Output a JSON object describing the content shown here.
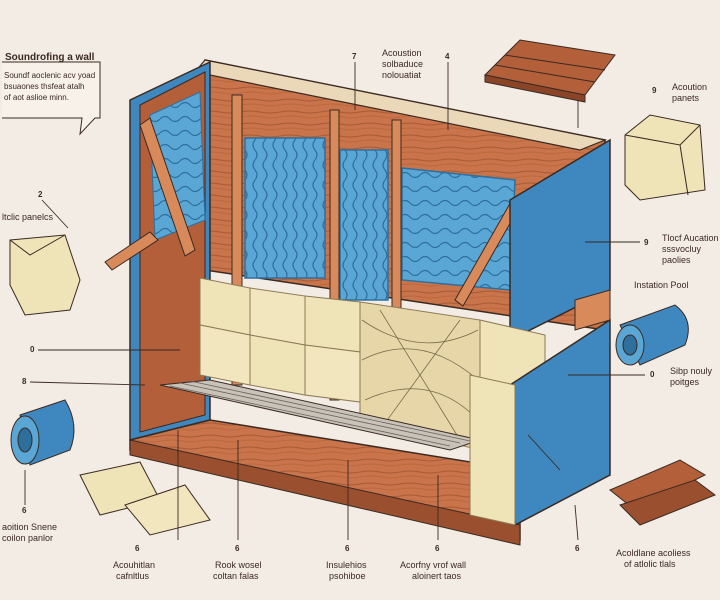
{
  "labels": {
    "title": "Soundrofing a wall",
    "intro_line1": "Soundf aoclenic acv yoad",
    "intro_line2": "bsuaones thsfeat atalh",
    "intro_line3": "of aot aslioe minn.",
    "acoustic_top_line1": "Acoustion",
    "acoustic_top_line2": "solbaduce",
    "acoustic_top_line3": "nolouatiat",
    "acoustic_panels_right_line1": "Acoution",
    "acoustic_panels_right_line2": "panets",
    "left_panels": "ltclic panelcs",
    "roof_line1": "Tlocf Aucation",
    "roof_line2": "sssvocluy",
    "roof_line3": "paolies",
    "insulation_pool": "Instation Pool",
    "stop_line1": "Sibp nouly",
    "stop_line2": "poitges",
    "bottom_left_line1": "aoition Snene",
    "bottom_left_line2": "coilon panlor",
    "b1_line1": "Acouhitlan",
    "b1_line2": "cafnltlus",
    "b2_line1": "Rook wosel",
    "b2_line2": "coltan falas",
    "b3_line1": "Insulehios",
    "b3_line2": "psohiboe",
    "b4_line1": "Acorfny vrof wall",
    "b4_line2": "aloinert taos",
    "b5_line1": "Acoldlane acoliess",
    "b5_line2": "of atlolic tlals"
  },
  "numbers": {
    "n_top1": "7",
    "n_top2": "4",
    "n_right1": "9",
    "n_left1": "2",
    "n_right2": "9",
    "n_left2": "0",
    "n_left3": "8",
    "n_right3": "0",
    "n_bl": "6",
    "n_b1": "6",
    "n_b2": "6",
    "n_b3": "6",
    "n_b4": "6",
    "n_b5": "6"
  },
  "colors": {
    "background": "#f3ece4",
    "wood_light": "#c9744a",
    "wood_dark": "#9a4f2e",
    "blue_panel": "#3f87bf",
    "blue_foam": "#5aa6d4",
    "insulation": "#efe3b8",
    "outline": "#3a2a22"
  }
}
